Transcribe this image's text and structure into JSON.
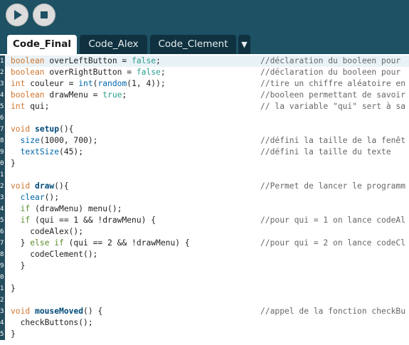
{
  "toolbar": {
    "run_icon": "play-icon",
    "stop_icon": "stop-icon"
  },
  "tabs": [
    {
      "label": "Code_Final",
      "active": true
    },
    {
      "label": "Code_Alex",
      "active": false
    },
    {
      "label": "Code_Clement",
      "active": false
    }
  ],
  "tab_menu_label": "▼",
  "lines": [
    {
      "n": "1",
      "comment": "//déclaration du booleen pour"
    },
    {
      "n": "2",
      "comment": "//déclaration du booleen pour"
    },
    {
      "n": "3",
      "comment": "//tire un chiffre aléatoire en"
    },
    {
      "n": "4",
      "comment": "//booleen permettant de savoir"
    },
    {
      "n": "5",
      "comment": "// la variable \"qui\" sert à sa"
    },
    {
      "n": "6",
      "comment": ""
    },
    {
      "n": "7",
      "comment": ""
    },
    {
      "n": "8",
      "comment": "//défini la taille de la fenêt"
    },
    {
      "n": "9",
      "comment": "//défini la taille du texte"
    },
    {
      "n": "0",
      "comment": ""
    },
    {
      "n": "1",
      "comment": ""
    },
    {
      "n": "2",
      "comment": "//Permet de lancer le programm"
    },
    {
      "n": "3",
      "comment": ""
    },
    {
      "n": "4",
      "comment": ""
    },
    {
      "n": "5",
      "comment": "//pour qui = 1 on lance codeAl"
    },
    {
      "n": "6",
      "comment": ""
    },
    {
      "n": "7",
      "comment": "//pour qui = 2 on lance codeCl"
    },
    {
      "n": "8",
      "comment": ""
    },
    {
      "n": "9",
      "comment": ""
    },
    {
      "n": "0",
      "comment": ""
    },
    {
      "n": "1",
      "comment": ""
    },
    {
      "n": "2",
      "comment": ""
    },
    {
      "n": "3",
      "comment": "//appel de la fonction checkBu"
    },
    {
      "n": "4",
      "comment": ""
    },
    {
      "n": "5",
      "comment": ""
    }
  ],
  "code": {
    "l1": {
      "t": "boolean",
      "a": " overLeftButton = ",
      "v": "false",
      ";": ";"
    },
    "l2": {
      "t": "boolean",
      "a": " overRightButton = ",
      "v": "false",
      ";": ";"
    },
    "l3": {
      "t": "int",
      "a": " couleur = ",
      "f1": "int",
      "p1": "(",
      "f2": "random",
      "p2": "(1, 4));"
    },
    "l4": {
      "t": "boolean",
      "a": " drawMenu = ",
      "v": "true",
      ";": ";"
    },
    "l5": {
      "t": "int",
      "a": " qui;"
    },
    "l7": {
      "t": "void",
      "sp": " ",
      "fn": "setup",
      "r": "(){"
    },
    "l8": {
      "ind": "  ",
      "f": "size",
      "r": "(1000, 700);"
    },
    "l9": {
      "ind": "  ",
      "f": "textSize",
      "r": "(45);"
    },
    "l10": {
      "r": "}"
    },
    "l12": {
      "t": "void",
      "sp": " ",
      "fn": "draw",
      "r": "(){"
    },
    "l13": {
      "ind": "  ",
      "f": "clear",
      "r": "();"
    },
    "l14": {
      "ind": "  ",
      "k": "if",
      "r": " (drawMenu) menu();"
    },
    "l15": {
      "ind": "  ",
      "k": "if",
      "r": " (qui == 1 && !drawMenu) {"
    },
    "l16": {
      "r": "    codeAlex();"
    },
    "l17": {
      "ind": "  } ",
      "k": "else if",
      "r": " (qui == 2 && !drawMenu) {"
    },
    "l18": {
      "r": "    codeClement();"
    },
    "l19": {
      "r": "  }"
    },
    "l21": {
      "r": "}"
    },
    "l23": {
      "t": "void",
      "sp": " ",
      "fn": "mouseMoved",
      "r": "() {"
    },
    "l24": {
      "r": "  checkButtons();"
    },
    "l25": {
      "r": "}"
    }
  }
}
